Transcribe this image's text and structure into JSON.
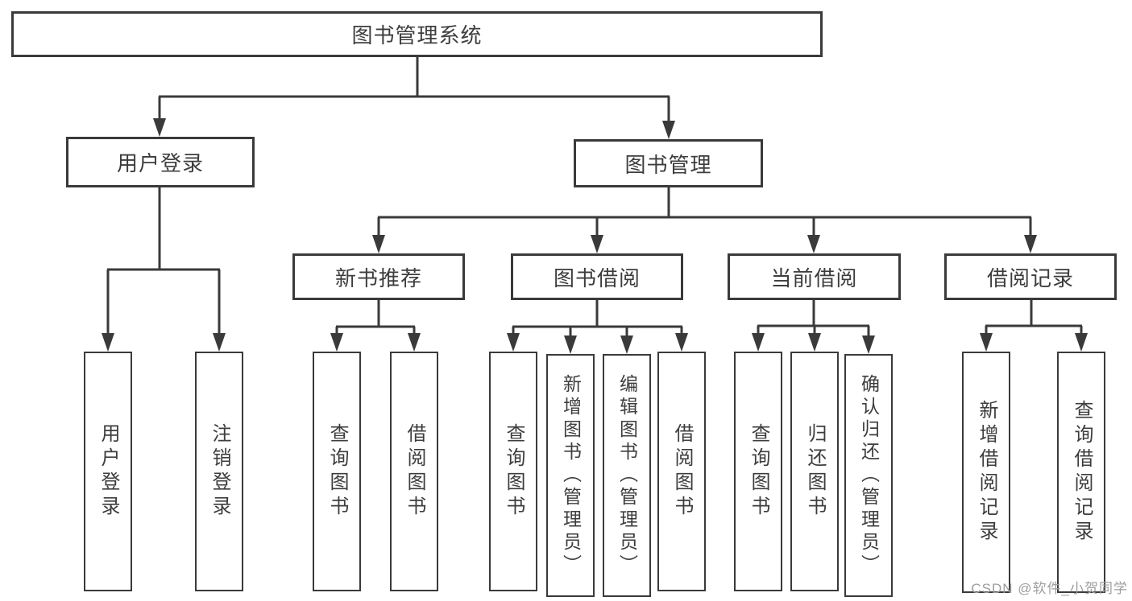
{
  "diagram": {
    "type": "hierarchy-tree",
    "root": {
      "label": "图书管理系统"
    },
    "level2": {
      "user_login": {
        "label": "用户登录"
      },
      "book_management": {
        "label": "图书管理"
      }
    },
    "level3": {
      "new_book_recommend": {
        "label": "新书推荐",
        "parent": "图书管理"
      },
      "book_borrowing": {
        "label": "图书借阅",
        "parent": "图书管理"
      },
      "current_borrowing": {
        "label": "当前借阅",
        "parent": "图书管理"
      },
      "borrowing_records": {
        "label": "借阅记录",
        "parent": "图书管理"
      }
    },
    "leaves": {
      "user_login": {
        "label": "用户登录",
        "parent": "用户登录"
      },
      "logout": {
        "label": "注销登录",
        "parent": "用户登录"
      },
      "nb_query_books": {
        "label": "查询图书",
        "parent": "新书推荐"
      },
      "nb_borrow_books": {
        "label": "借阅图书",
        "parent": "新书推荐"
      },
      "bb_query_books": {
        "label": "查询图书",
        "parent": "图书借阅"
      },
      "bb_add_books_admin": {
        "label": "新增图书（管理员）",
        "parent": "图书借阅"
      },
      "bb_edit_books_admin": {
        "label": "编辑图书（管理员）",
        "parent": "图书借阅"
      },
      "bb_borrow_books": {
        "label": "借阅图书",
        "parent": "图书借阅"
      },
      "cb_query_books": {
        "label": "查询图书",
        "parent": "当前借阅"
      },
      "cb_return_books": {
        "label": "归还图书",
        "parent": "当前借阅"
      },
      "cb_confirm_return_admin": {
        "label": "确认归还（管理员）",
        "parent": "当前借阅"
      },
      "br_add_record": {
        "label": "新增借阅记录",
        "parent": "借阅记录"
      },
      "br_query_record": {
        "label": "查询借阅记录",
        "parent": "借阅记录"
      }
    }
  },
  "watermark": {
    "text": "CSDN @软件_小贺同学"
  },
  "colors": {
    "line": "#3a3a3a",
    "text": "#3d3d3d",
    "background": "#ffffff",
    "watermark": "#9e9e9e"
  }
}
